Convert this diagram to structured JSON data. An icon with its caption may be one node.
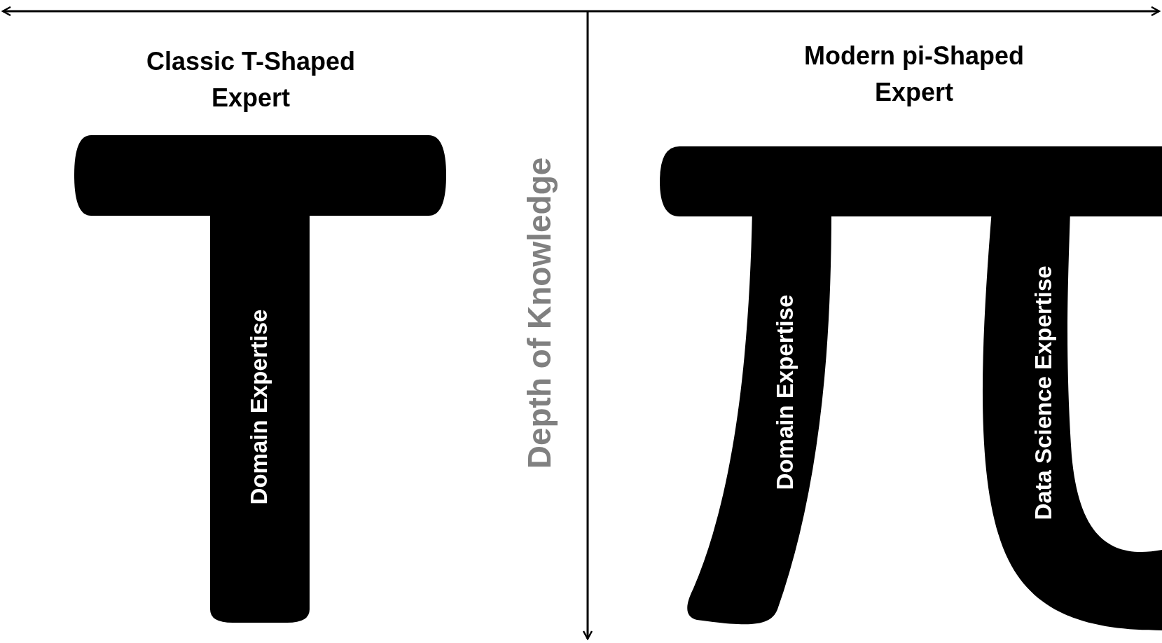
{
  "diagram": {
    "nodes": [
      {
        "text": [
          "Classic T-Shaped Expert",
          "Domain Expertise"
        ]
      },
      {
        "text": [
          "Modern pi-Shaped Expert",
          "Domain Expertise",
          "Data Science Expertise"
        ]
      }
    ],
    "labels": [
      "Depth of Knowledge"
    ]
  }
}
